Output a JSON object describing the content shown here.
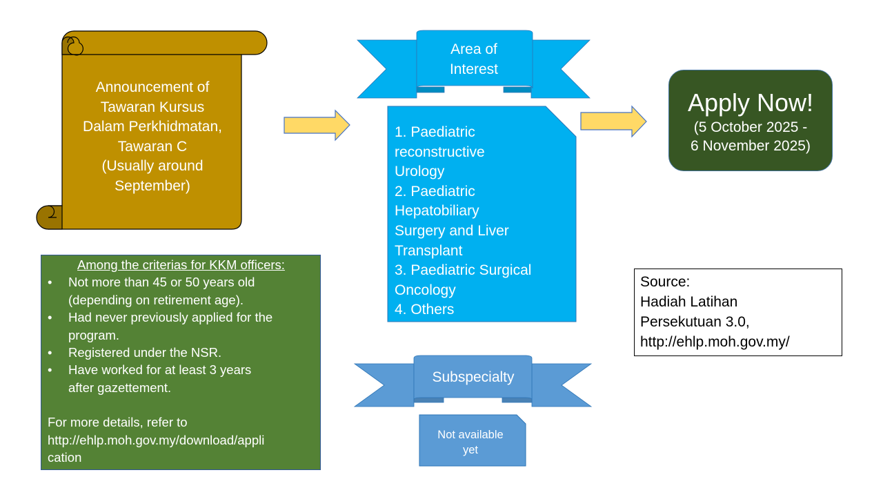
{
  "slide": {
    "colors": {
      "scroll_fill": "#bf9000",
      "scroll_curl": "#997300",
      "ribbon_top_fill": "#00b0f0",
      "ribbon_top_fold": "#008cc0",
      "ribbon_bottom_fill": "#5b9bd5",
      "ribbon_bottom_fold": "#4a82b5",
      "arrow_fill": "#ffd966",
      "arrow_stroke": "#4472c4",
      "apply_fill": "#375623",
      "criteria_fill": "#548235"
    },
    "announcement": {
      "lines": [
        "Announcement of",
        "Tawaran Kursus",
        "Dalam Perkhidmatan,",
        "Tawaran C",
        "(Usually around",
        "September)"
      ]
    },
    "area_of_interest": {
      "title_lines": [
        "Area of",
        "Interest"
      ],
      "list_lines": [
        "1. Paediatric",
        "reconstructive",
        "Urology",
        "2. Paediatric",
        "Hepatobiliary",
        "Surgery and Liver",
        "Transplant",
        "3. Paediatric Surgical",
        "Oncology",
        "4. Others"
      ]
    },
    "apply": {
      "title": "Apply Now!",
      "dates_lines": [
        "(5 October 2025 -",
        "6 November 2025)"
      ]
    },
    "criteria": {
      "heading": "Among the criterias for KKM officers:",
      "bullet_glyph": "•",
      "items": [
        [
          "Not more than 45 or 50 years old",
          "(depending on retirement age)."
        ],
        [
          "Had never previously applied for the",
          "program."
        ],
        [
          "Registered under the NSR."
        ],
        [
          "Have worked for at least 3 years",
          "after gazettement."
        ]
      ],
      "details_lines": [
        "For more details, refer to",
        "http://ehlp.moh.gov.my/download/appli",
        "cation"
      ]
    },
    "subspecialty": {
      "title": "Subspecialty",
      "status_lines": [
        "Not available",
        "yet"
      ]
    },
    "source": {
      "lines": [
        "Source:",
        "Hadiah Latihan",
        "Persekutuan 3.0,",
        "http://ehlp.moh.gov.my/"
      ]
    },
    "icons": {
      "arrow_1": "right-arrow-icon",
      "arrow_2": "right-arrow-icon"
    }
  }
}
